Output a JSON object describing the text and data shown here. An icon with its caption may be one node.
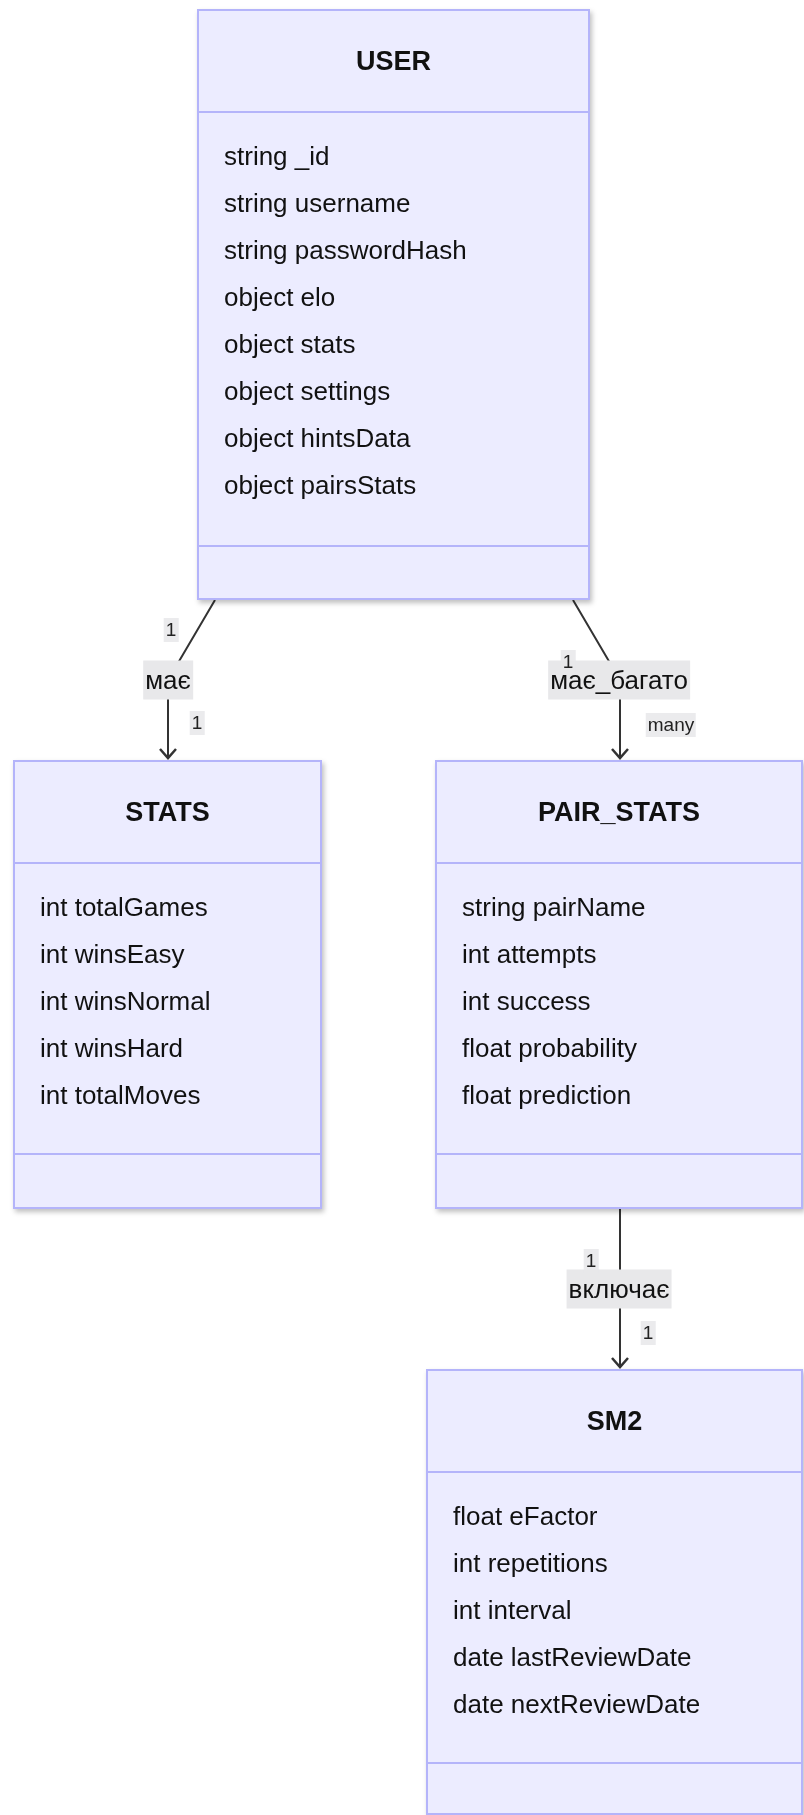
{
  "diagram": {
    "nodes": [
      {
        "text": [
          "USER",
          "string _id",
          "string username",
          "string passwordHash",
          "object elo",
          "object stats",
          "object settings",
          "object hintsData",
          "object pairsStats"
        ]
      },
      {
        "text": [
          "STATS",
          "int totalGames",
          "int winsEasy",
          "int winsNormal",
          "int winsHard",
          "int totalMoves"
        ]
      },
      {
        "text": [
          "PAIR_STATS",
          "string pairName",
          "int attempts",
          "int success",
          "float probability",
          "float prediction"
        ]
      },
      {
        "text": [
          "SM2",
          "float eFactor",
          "int repetitions",
          "int interval",
          "date lastReviewDate",
          "date nextReviewDate"
        ]
      }
    ],
    "edges": [
      {
        "from": 0,
        "to": 1,
        "arrow": "to",
        "label": "має"
      },
      {
        "from": 0,
        "to": 2,
        "arrow": "to",
        "label": "має_багато"
      },
      {
        "from": 2,
        "to": 3,
        "arrow": "to",
        "label": "включає"
      }
    ],
    "labels": [
      "1",
      "1",
      "1",
      "many",
      "1",
      "1"
    ]
  }
}
